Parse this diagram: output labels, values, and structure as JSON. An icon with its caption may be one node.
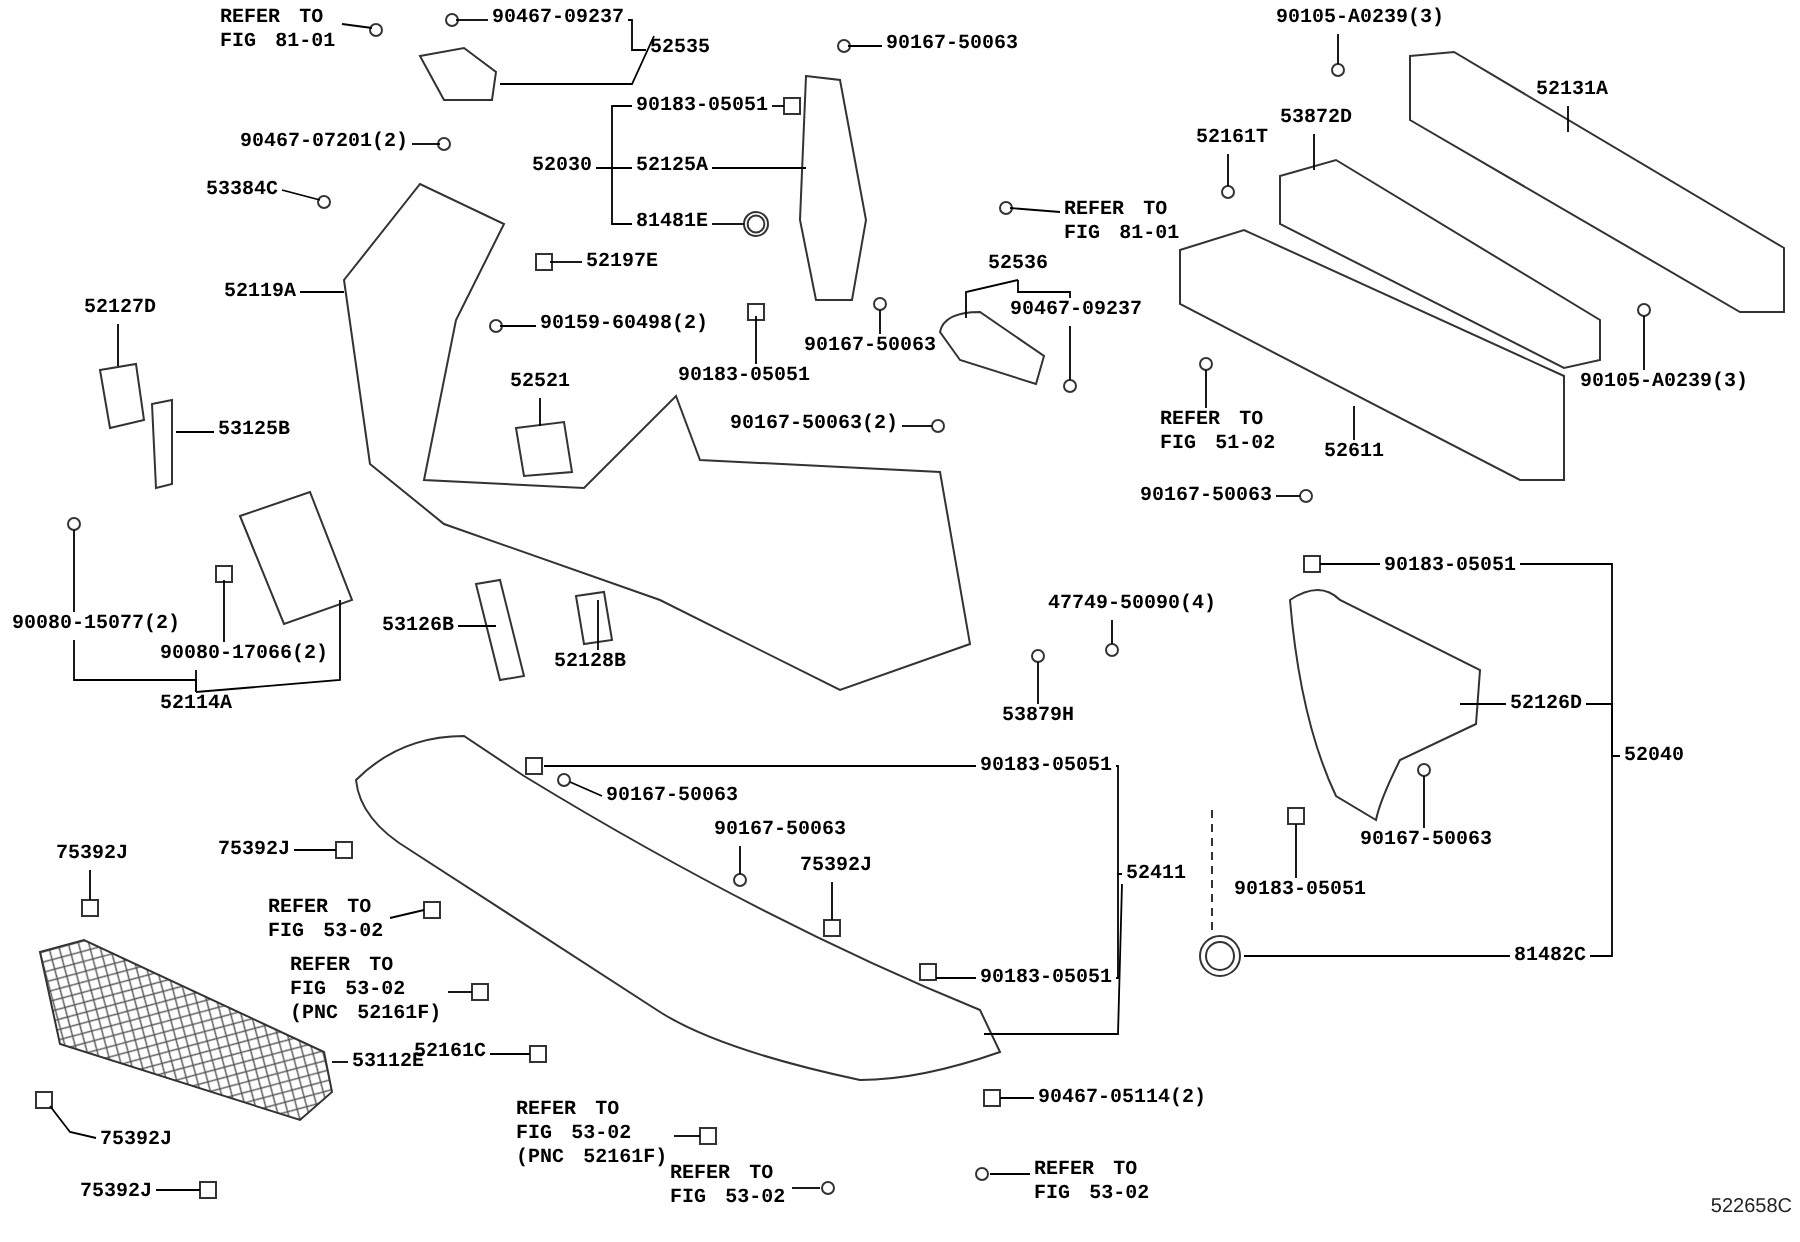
{
  "diagram": {
    "nodes": [
      {
        "text": [
          "REFER TO FIG 81-01"
        ]
      },
      {
        "text": [
          "90467-09237"
        ]
      },
      {
        "text": [
          "52535"
        ]
      },
      {
        "text": [
          "90167-50063"
        ]
      },
      {
        "text": [
          "90183-05051"
        ]
      },
      {
        "text": [
          "52030"
        ]
      },
      {
        "text": [
          "52125A"
        ]
      },
      {
        "text": [
          "81481E"
        ]
      },
      {
        "text": [
          "90467-07201(2)"
        ]
      },
      {
        "text": [
          "53384C"
        ]
      },
      {
        "text": [
          "REFER TO FIG 81-01"
        ]
      },
      {
        "text": [
          "52197E"
        ]
      },
      {
        "text": [
          "52119A"
        ]
      },
      {
        "text": [
          "52536"
        ]
      },
      {
        "text": [
          "90467-09237"
        ]
      },
      {
        "text": [
          "52127D"
        ]
      },
      {
        "text": [
          "90159-60498(2)"
        ]
      },
      {
        "text": [
          "52521"
        ]
      },
      {
        "text": [
          "90183-05051"
        ]
      },
      {
        "text": [
          "90167-50063"
        ]
      },
      {
        "text": [
          "REFER TO FIG 51-02"
        ]
      },
      {
        "text": [
          "53125B"
        ]
      },
      {
        "text": [
          "90167-50063(2)"
        ]
      },
      {
        "text": [
          "52611"
        ]
      },
      {
        "text": [
          "53872D"
        ]
      },
      {
        "text": [
          "52161T"
        ]
      },
      {
        "text": [
          "90105-A0239(3)"
        ]
      },
      {
        "text": [
          "52131A"
        ]
      },
      {
        "text": [
          "90105-A0239(3)"
        ]
      },
      {
        "text": [
          "90167-50063"
        ]
      },
      {
        "text": [
          "90080-15077(2)"
        ]
      },
      {
        "text": [
          "90080-17066(2)"
        ]
      },
      {
        "text": [
          "52114A"
        ]
      },
      {
        "text": [
          "53126B"
        ]
      },
      {
        "text": [
          "52128B"
        ]
      },
      {
        "text": [
          "47749-50090(4)"
        ]
      },
      {
        "text": [
          "53879H"
        ]
      },
      {
        "text": [
          "90183-05051"
        ]
      },
      {
        "text": [
          "90167-50063"
        ]
      },
      {
        "text": [
          "90167-50063"
        ]
      },
      {
        "text": [
          "75392J"
        ]
      },
      {
        "text": [
          "75392J"
        ]
      },
      {
        "text": [
          "75392J"
        ]
      },
      {
        "text": [
          "REFER TO FIG 53-02"
        ]
      },
      {
        "text": [
          "REFER TO FIG 53-02 (PNC 52161F)"
        ]
      },
      {
        "text": [
          "90183-05051"
        ]
      },
      {
        "text": [
          "52411"
        ]
      },
      {
        "text": [
          "REFER TO FIG 53-02 (PNC 52161F)"
        ]
      },
      {
        "text": [
          "52161C"
        ]
      },
      {
        "text": [
          "53112E"
        ]
      },
      {
        "text": [
          "90467-05114(2)"
        ]
      },
      {
        "text": [
          "75392J"
        ]
      },
      {
        "text": [
          "75392J"
        ]
      },
      {
        "text": [
          "REFER TO FIG 53-02"
        ]
      },
      {
        "text": [
          "REFER TO FIG 53-02"
        ]
      },
      {
        "text": [
          "90183-05051"
        ]
      },
      {
        "text": [
          "52126D"
        ]
      },
      {
        "text": [
          "90167-50063"
        ]
      },
      {
        "text": [
          "90183-05051"
        ]
      },
      {
        "text": [
          "81482C"
        ]
      },
      {
        "text": [
          "52040"
        ]
      },
      {
        "text": [],
        "shape": "circle"
      },
      {
        "text": [],
        "shape": "circle"
      },
      {
        "text": [],
        "shape": "picture"
      },
      {
        "text": [],
        "shape": "circle"
      },
      {
        "text": [],
        "shape": "box"
      },
      {
        "text": [],
        "shape": "picture"
      },
      {
        "text": [],
        "shape": "circle"
      },
      {
        "text": [],
        "shape": "circle"
      },
      {
        "text": [],
        "shape": "circle"
      },
      {
        "text": [],
        "shape": "circle"
      },
      {
        "text": [],
        "shape": "box"
      },
      {
        "text": [],
        "shape": "picture"
      },
      {
        "text": [],
        "shape": "picture"
      },
      {
        "text": [],
        "shape": "circle"
      },
      {
        "text": [],
        "shape": "picture"
      },
      {
        "text": [],
        "shape": "circle"
      },
      {
        "text": [],
        "shape": "picture"
      },
      {
        "text": [],
        "shape": "box"
      },
      {
        "text": [],
        "shape": "circle"
      },
      {
        "text": [],
        "shape": "circle"
      },
      {
        "text": [],
        "shape": "picture"
      },
      {
        "text": [],
        "shape": "circle"
      },
      {
        "text": [],
        "shape": "picture"
      },
      {
        "text": [],
        "shape": "picture"
      },
      {
        "text": [],
        "shape": "circle"
      },
      {
        "text": [],
        "shape": "circle"
      },
      {
        "text": [],
        "shape": "picture"
      },
      {
        "text": [],
        "shape": "circle"
      },
      {
        "text": [],
        "shape": "circle"
      },
      {
        "text": [],
        "shape": "circle"
      },
      {
        "text": [],
        "shape": "box"
      },
      {
        "text": [],
        "shape": "picture"
      },
      {
        "text": [],
        "shape": "picture"
      },
      {
        "text": [],
        "shape": "picture"
      },
      {
        "text": [],
        "shape": "circle"
      },
      {
        "text": [],
        "shape": "circle"
      },
      {
        "text": [],
        "shape": "box"
      },
      {
        "text": [],
        "shape": "circle"
      },
      {
        "text": [],
        "shape": "circle"
      },
      {
        "text": [],
        "shape": "box"
      },
      {
        "text": [],
        "shape": "box"
      },
      {
        "text": [],
        "shape": "box"
      },
      {
        "text": [],
        "shape": "box"
      },
      {
        "text": [],
        "shape": "box"
      },
      {
        "text": [],
        "shape": "box"
      },
      {
        "text": [],
        "shape": "picture"
      },
      {
        "text": [],
        "shape": "box"
      },
      {
        "text": [],
        "shape": "box"
      },
      {
        "text": [],
        "shape": "picture"
      },
      {
        "text": [],
        "shape": "box"
      },
      {
        "text": [],
        "shape": "box"
      },
      {
        "text": [],
        "shape": "box"
      },
      {
        "text": [],
        "shape": "circle"
      },
      {
        "text": [],
        "shape": "circle"
      },
      {
        "text": [],
        "shape": "box"
      },
      {
        "text": [],
        "shape": "picture"
      },
      {
        "text": [],
        "shape": "circle"
      },
      {
        "text": [],
        "shape": "box"
      },
      {
        "text": [],
        "shape": "circle"
      }
    ],
    "edges": [
      {
        "from": 0,
        "to": 61,
        "arrow": "none"
      },
      {
        "from": 1,
        "to": 62,
        "arrow": "none"
      },
      {
        "from": 2,
        "to": 1,
        "arrow": "none"
      },
      {
        "from": 2,
        "to": 63,
        "arrow": "none"
      },
      {
        "from": 3,
        "to": 64,
        "arrow": "none"
      },
      {
        "from": 4,
        "to": 65,
        "arrow": "none"
      },
      {
        "from": 5,
        "to": 4,
        "arrow": "none"
      },
      {
        "from": 5,
        "to": 6,
        "arrow": "none"
      },
      {
        "from": 5,
        "to": 7,
        "arrow": "none"
      },
      {
        "from": 6,
        "to": 66,
        "arrow": "none"
      },
      {
        "from": 7,
        "to": 67,
        "arrow": "none"
      },
      {
        "from": 8,
        "to": 68,
        "arrow": "none"
      },
      {
        "from": 9,
        "to": 69,
        "arrow": "none"
      },
      {
        "from": 10,
        "to": 70,
        "arrow": "none"
      },
      {
        "from": 11,
        "to": 71,
        "arrow": "none"
      },
      {
        "from": 12,
        "to": 72,
        "arrow": "none"
      },
      {
        "from": 13,
        "to": 14,
        "arrow": "none"
      },
      {
        "from": 13,
        "to": 73,
        "arrow": "none"
      },
      {
        "from": 14,
        "to": 74,
        "arrow": "none"
      },
      {
        "from": 15,
        "to": 75,
        "arrow": "none"
      },
      {
        "from": 16,
        "to": 76,
        "arrow": "none"
      },
      {
        "from": 17,
        "to": 77,
        "arrow": "none"
      },
      {
        "from": 18,
        "to": 78,
        "arrow": "none"
      },
      {
        "from": 19,
        "to": 79,
        "arrow": "none"
      },
      {
        "from": 20,
        "to": 80,
        "arrow": "none"
      },
      {
        "from": 21,
        "to": 81,
        "arrow": "none"
      },
      {
        "from": 22,
        "to": 82,
        "arrow": "none"
      },
      {
        "from": 23,
        "to": 83,
        "arrow": "none"
      },
      {
        "from": 24,
        "to": 84,
        "arrow": "none"
      },
      {
        "from": 25,
        "to": 85,
        "arrow": "none"
      },
      {
        "from": 26,
        "to": 86,
        "arrow": "none"
      },
      {
        "from": 27,
        "to": 87,
        "arrow": "none"
      },
      {
        "from": 28,
        "to": 88,
        "arrow": "none"
      },
      {
        "from": 29,
        "to": 89,
        "arrow": "none"
      },
      {
        "from": 30,
        "to": 90,
        "arrow": "none"
      },
      {
        "from": 31,
        "to": 91,
        "arrow": "none"
      },
      {
        "from": 32,
        "to": 30,
        "arrow": "none"
      },
      {
        "from": 32,
        "to": 31,
        "arrow": "none"
      },
      {
        "from": 32,
        "to": 92,
        "arrow": "none"
      },
      {
        "from": 33,
        "to": 93,
        "arrow": "none"
      },
      {
        "from": 34,
        "to": 94,
        "arrow": "none"
      },
      {
        "from": 35,
        "to": 95,
        "arrow": "none"
      },
      {
        "from": 36,
        "to": 96,
        "arrow": "none"
      },
      {
        "from": 37,
        "to": 97,
        "arrow": "none"
      },
      {
        "from": 38,
        "to": 98,
        "arrow": "none"
      },
      {
        "from": 39,
        "to": 99,
        "arrow": "none"
      },
      {
        "from": 40,
        "to": 100,
        "arrow": "none"
      },
      {
        "from": 41,
        "to": 101,
        "arrow": "none"
      },
      {
        "from": 42,
        "to": 102,
        "arrow": "none"
      },
      {
        "from": 43,
        "to": 103,
        "arrow": "none"
      },
      {
        "from": 44,
        "to": 104,
        "arrow": "none"
      },
      {
        "from": 45,
        "to": 105,
        "arrow": "none"
      },
      {
        "from": 46,
        "to": 37,
        "arrow": "none"
      },
      {
        "from": 46,
        "to": 45,
        "arrow": "none"
      },
      {
        "from": 46,
        "to": 106,
        "arrow": "none"
      },
      {
        "from": 47,
        "to": 107,
        "arrow": "none"
      },
      {
        "from": 48,
        "to": 108,
        "arrow": "none"
      },
      {
        "from": 49,
        "to": 109,
        "arrow": "none"
      },
      {
        "from": 50,
        "to": 110,
        "arrow": "none"
      },
      {
        "from": 51,
        "to": 111,
        "arrow": "none"
      },
      {
        "from": 52,
        "to": 112,
        "arrow": "none"
      },
      {
        "from": 53,
        "to": 113,
        "arrow": "none"
      },
      {
        "from": 54,
        "to": 114,
        "arrow": "none"
      },
      {
        "from": 55,
        "to": 115,
        "arrow": "none"
      },
      {
        "from": 56,
        "to": 116,
        "arrow": "none"
      },
      {
        "from": 57,
        "to": 117,
        "arrow": "none"
      },
      {
        "from": 58,
        "to": 118,
        "arrow": "none"
      },
      {
        "from": 59,
        "to": 119,
        "arrow": "none"
      },
      {
        "from": 60,
        "to": 55,
        "arrow": "none"
      },
      {
        "from": 60,
        "to": 56,
        "arrow": "none"
      },
      {
        "from": 60,
        "to": 59,
        "arrow": "none"
      }
    ],
    "labels": [
      "522658C"
    ]
  }
}
